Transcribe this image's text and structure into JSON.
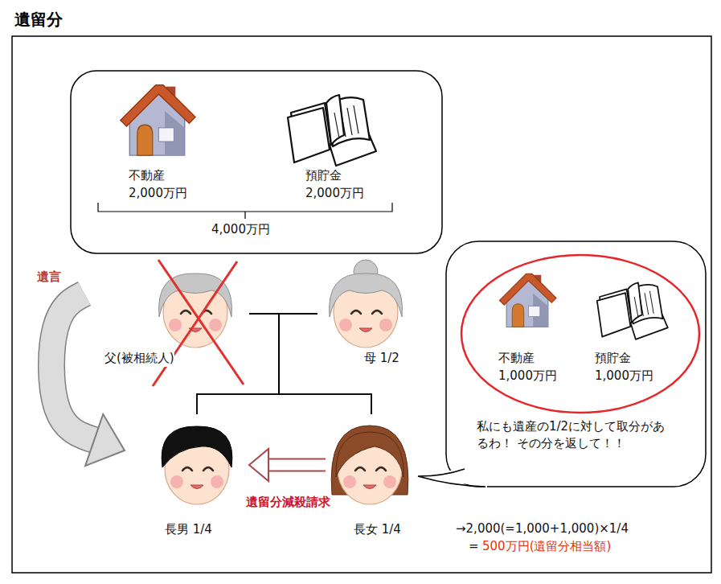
{
  "diagram": {
    "title": "遺留分",
    "nodes": [
      {
        "text": [
          "4,000万円"
        ]
      },
      {
        "text": [
          "不動産",
          "2,000万円"
        ],
        "in": 0
      },
      {
        "text": [
          "預貯金",
          "2,000万円"
        ],
        "in": 0
      },
      {
        "text": [
          "父(被相続人)"
        ]
      },
      {
        "text": [
          "母 1/2"
        ]
      },
      {
        "text": [
          "私にも遺産の1/2に対して取分があるわ！ その分を返して！！"
        ]
      },
      {
        "text": [
          "不動産",
          "1,000万円"
        ],
        "in": 5
      },
      {
        "text": [
          "預貯金",
          "1,000万円"
        ],
        "in": 5
      },
      {
        "text": [
          "長男 1/4"
        ]
      },
      {
        "text": [
          "長女 1/4"
        ]
      }
    ],
    "edges": [
      {
        "from": 3,
        "to": 8,
        "arrow": "to",
        "label": "遺言"
      },
      {
        "from": 9,
        "to": 8,
        "arrow": "to",
        "label": "遺留分減殺請求"
      },
      {
        "from": 3,
        "to": 4,
        "arrow": "none"
      },
      {
        "from": 3,
        "to": 8,
        "arrow": "none"
      },
      {
        "from": 3,
        "to": 9,
        "arrow": "none"
      },
      {
        "from": 4,
        "to": 8,
        "arrow": "none"
      },
      {
        "from": 4,
        "to": 9,
        "arrow": "none"
      }
    ],
    "labels": [
      "→2,000(=1,000+1,000)×1/4",
      "=",
      "500万円(遺留分相当額)"
    ]
  }
}
